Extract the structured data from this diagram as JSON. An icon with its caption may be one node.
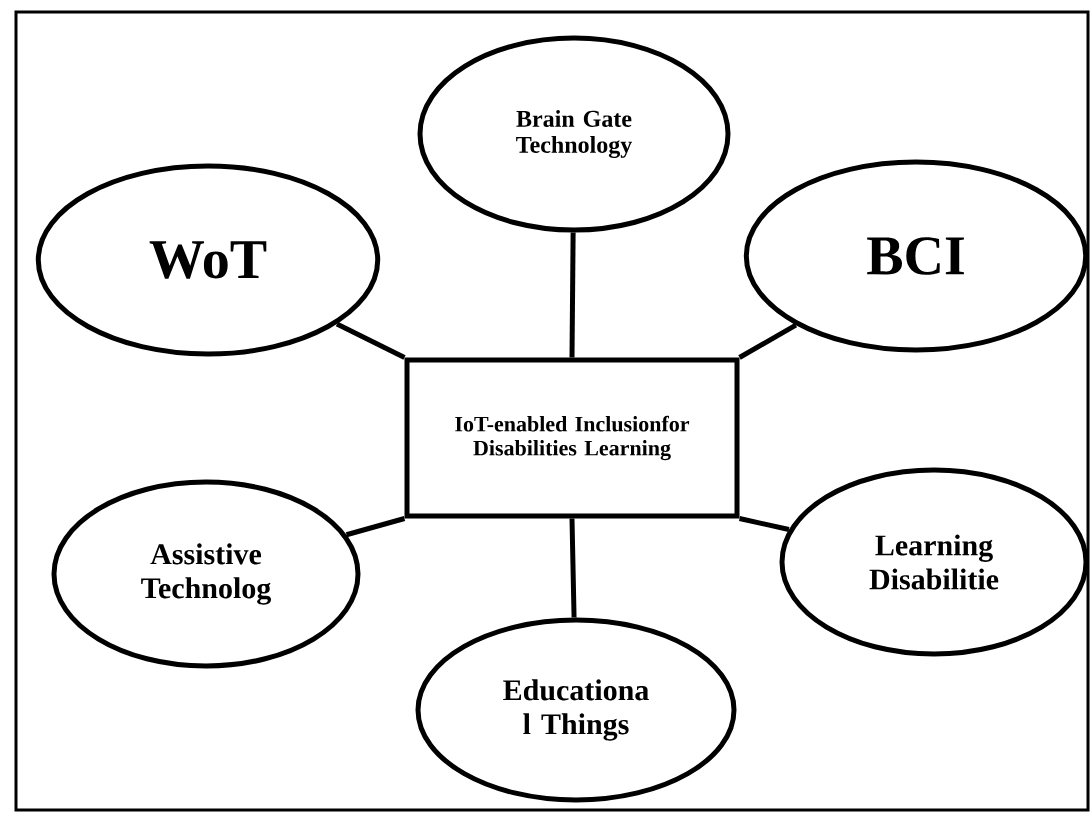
{
  "diagram": {
    "nodes": [
      {
        "text": [
          "Brain Gate Technology"
        ]
      },
      {
        "text": [
          "WoT"
        ]
      },
      {
        "text": [
          "BCI"
        ]
      },
      {
        "text": [
          "IoT-enabled Inclusionfor Disabilities Learning"
        ]
      },
      {
        "text": [
          "Assistive Technolog"
        ]
      },
      {
        "text": [
          "Learning Disabilitie"
        ]
      },
      {
        "text": [
          "Educationa l Things"
        ]
      }
    ],
    "edges": [
      {
        "from": 3,
        "to": 0,
        "arrow": "none"
      },
      {
        "from": 3,
        "to": 1,
        "arrow": "none"
      },
      {
        "from": 3,
        "to": 2,
        "arrow": "none"
      },
      {
        "from": 3,
        "to": 4,
        "arrow": "none"
      },
      {
        "from": 3,
        "to": 5,
        "arrow": "none"
      },
      {
        "from": 3,
        "to": 6,
        "arrow": "none"
      }
    ]
  }
}
